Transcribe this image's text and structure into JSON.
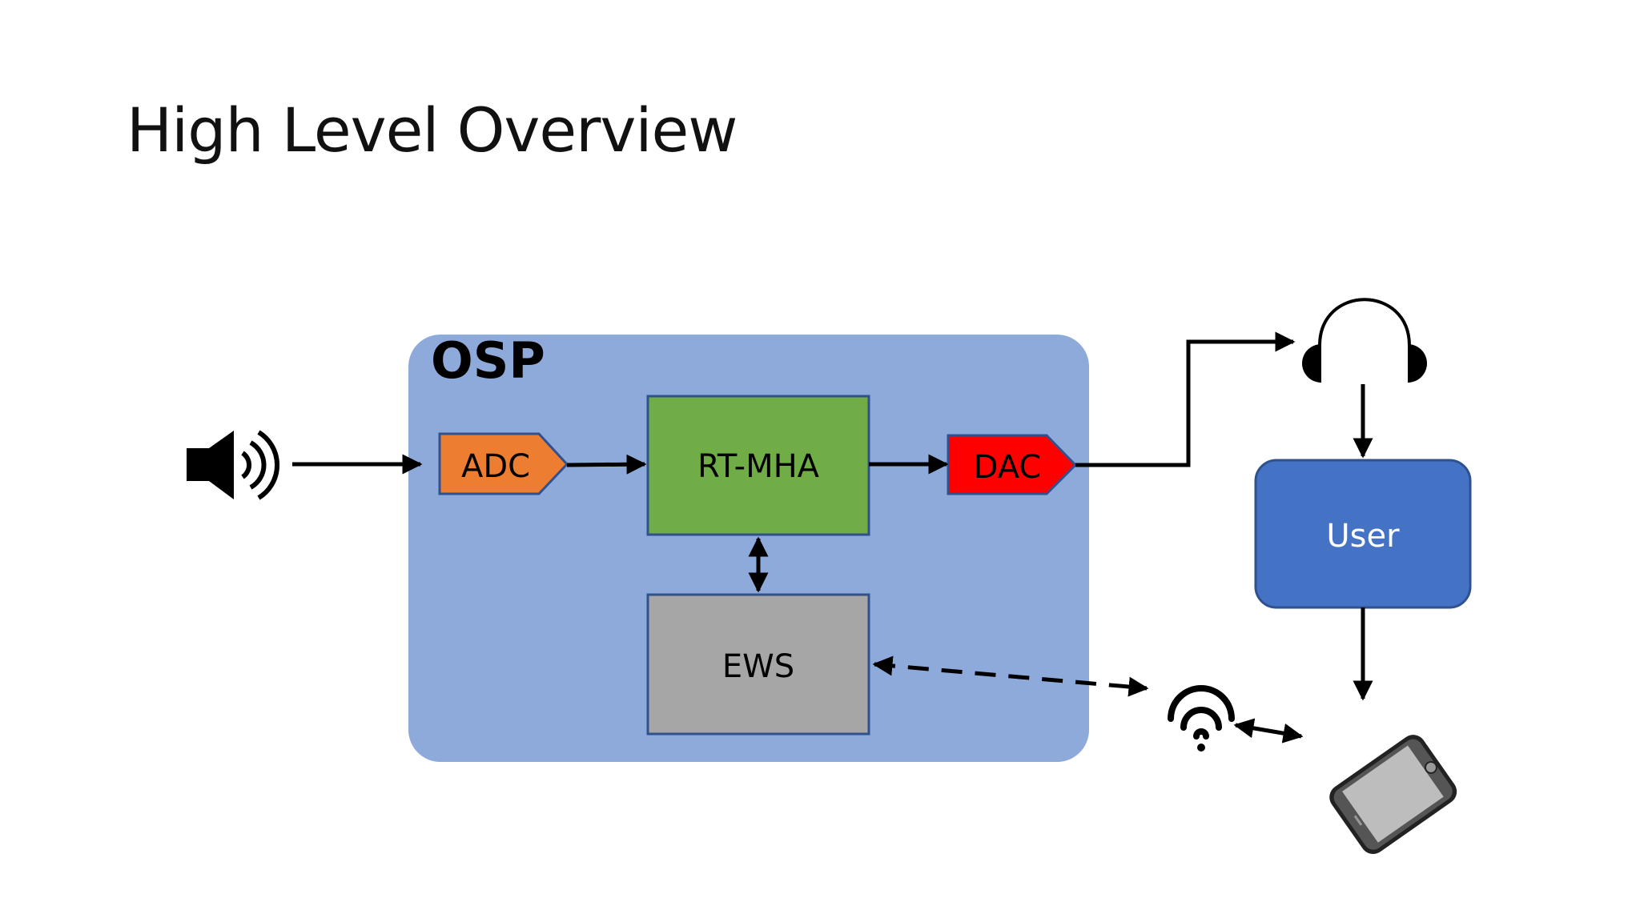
{
  "slide": {
    "title": "High Level Overview"
  },
  "diagram": {
    "container_label": "OSP",
    "nodes": {
      "adc": "ADC",
      "rtmha": "RT-MHA",
      "dac": "DAC",
      "ews": "EWS",
      "user": "User"
    },
    "icons": {
      "speaker": "speaker-icon",
      "headphones": "headphones-icon",
      "wifi": "wifi-icon",
      "phone": "smartphone-icon"
    },
    "colors": {
      "osp": "#8EAADB",
      "adc": "#ED7D31",
      "rtmha": "#70AD47",
      "dac": "#FF0000",
      "ews": "#A6A6A6",
      "user": "#4472C4",
      "border": "#2F528F"
    }
  }
}
